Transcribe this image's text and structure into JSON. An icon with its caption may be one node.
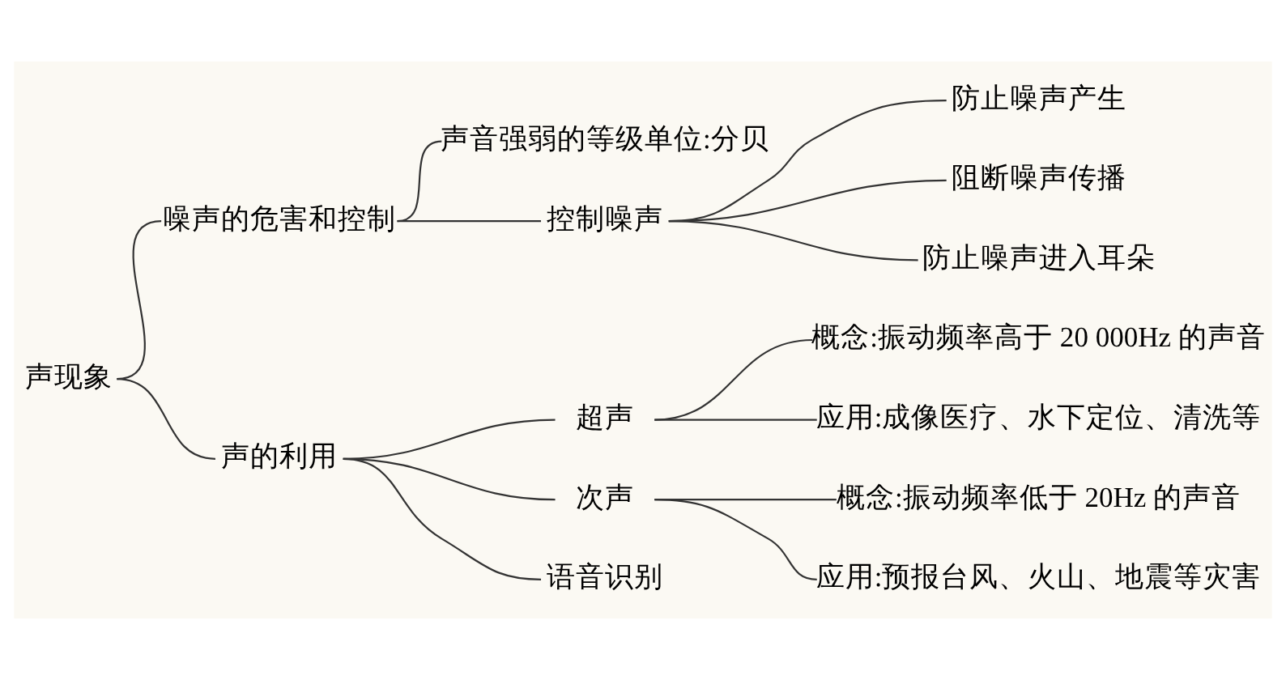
{
  "diagram": {
    "nodes": [
      {
        "text": [
          "声现象"
        ]
      },
      {
        "text": [
          "噪声的危害和控制"
        ]
      },
      {
        "text": [
          "声音强弱的等级单位:分贝"
        ]
      },
      {
        "text": [
          "控制噪声"
        ]
      },
      {
        "text": [
          "防止噪声产生"
        ]
      },
      {
        "text": [
          "阻断噪声传播"
        ]
      },
      {
        "text": [
          "防止噪声进入耳朵"
        ]
      },
      {
        "text": [
          "声的利用"
        ]
      },
      {
        "text": [
          "超声"
        ]
      },
      {
        "text": [
          "概念:振动频率高于 20 000Hz 的声音"
        ]
      },
      {
        "text": [
          "应用:成像医疗、水下定位、清洗等"
        ]
      },
      {
        "text": [
          "次声"
        ]
      },
      {
        "text": [
          "概念:振动频率低于 20Hz 的声音"
        ]
      },
      {
        "text": [
          "应用:预报台风、火山、地震等灾害"
        ]
      },
      {
        "text": [
          "语音识别"
        ]
      }
    ],
    "edges": [
      {
        "from": 0,
        "to": 1,
        "arrow": "none"
      },
      {
        "from": 0,
        "to": 7,
        "arrow": "none"
      },
      {
        "from": 1,
        "to": 2,
        "arrow": "none"
      },
      {
        "from": 1,
        "to": 3,
        "arrow": "none"
      },
      {
        "from": 3,
        "to": 4,
        "arrow": "none"
      },
      {
        "from": 3,
        "to": 5,
        "arrow": "none"
      },
      {
        "from": 3,
        "to": 6,
        "arrow": "none"
      },
      {
        "from": 7,
        "to": 8,
        "arrow": "none"
      },
      {
        "from": 7,
        "to": 11,
        "arrow": "none"
      },
      {
        "from": 7,
        "to": 14,
        "arrow": "none"
      },
      {
        "from": 8,
        "to": 9,
        "arrow": "none"
      },
      {
        "from": 8,
        "to": 10,
        "arrow": "none"
      },
      {
        "from": 11,
        "to": 12,
        "arrow": "none"
      },
      {
        "from": 11,
        "to": 13,
        "arrow": "none"
      }
    ]
  }
}
